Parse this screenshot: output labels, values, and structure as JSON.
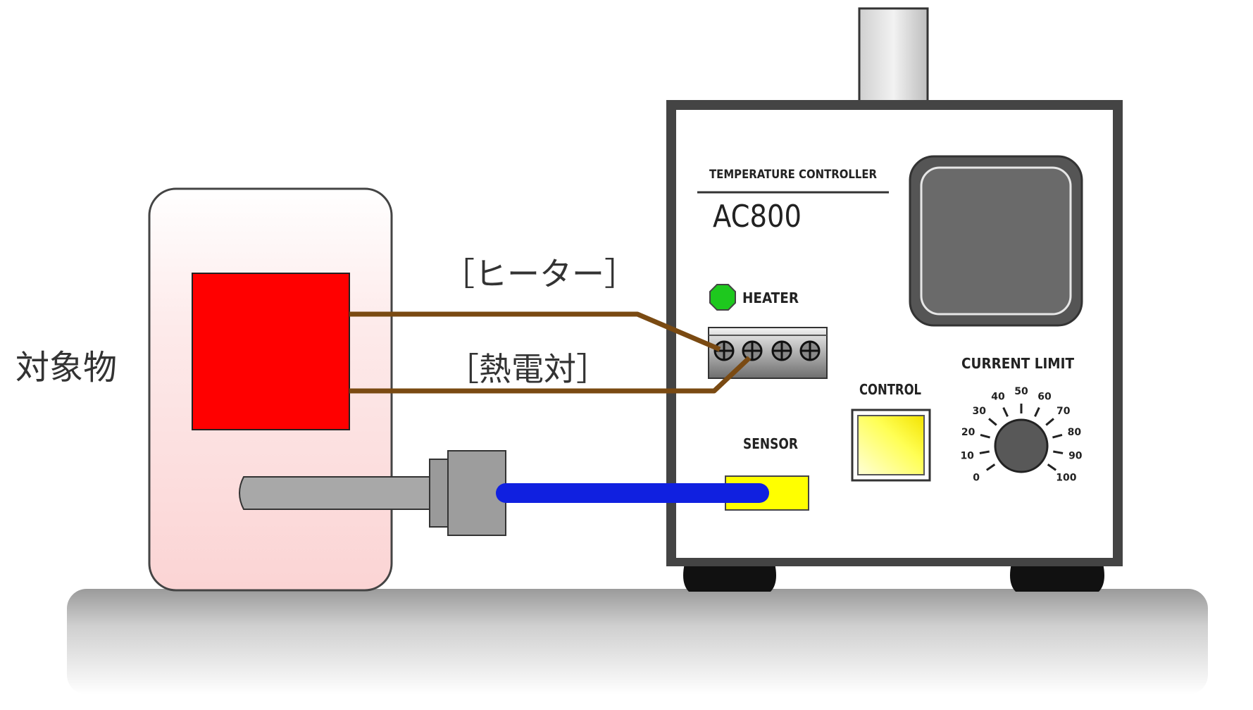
{
  "labels": {
    "target": "対象物",
    "heater": "［ヒーター］",
    "thermocouple": "［熱電対］"
  },
  "controller": {
    "brand": "TEMPERATURE CONTROLLER",
    "model": "AC800",
    "heater_label": "HEATER",
    "control_label": "CONTROL",
    "sensor_label": "SENSOR",
    "current_limit_label": "CURRENT LIMIT",
    "dial_ticks": [
      "0",
      "10",
      "20",
      "30",
      "40",
      "50",
      "60",
      "70",
      "80",
      "90",
      "100"
    ]
  },
  "colors": {
    "target_fill": "#fde6e6",
    "heater_block": "#ff0000",
    "wire": "#7a4a12",
    "sensor_cable": "#1020e0",
    "sensor_jack": "#ffff00",
    "heater_lamp": "#1ec81e",
    "control_button": "#ffff66",
    "display": "#6a6a6a"
  }
}
